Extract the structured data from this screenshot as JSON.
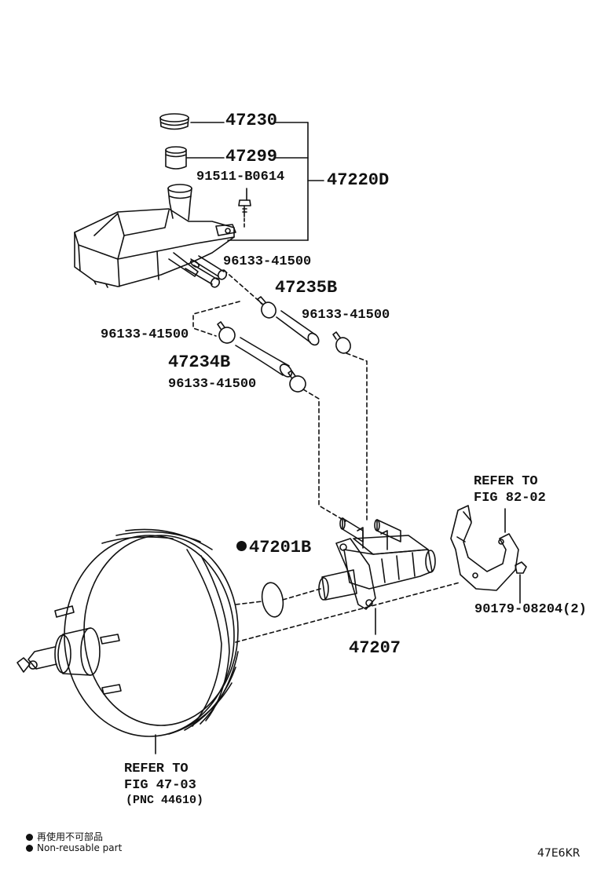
{
  "parts": {
    "cap": "47230",
    "strainer": "47299",
    "reservoir_assy": "47220D",
    "bolt": "91511-B0614",
    "clip_a": "96133-41500",
    "hose_upper": "47235B",
    "clip_b": "96133-41500",
    "clip_c": "96133-41500",
    "hose_lower": "47234B",
    "clip_d": "96133-41500",
    "gasket": "47201B",
    "master_cylinder": "47207",
    "nut": "90179-08204(2)"
  },
  "refs": {
    "bracket_line1": "REFER TO",
    "bracket_line2": "FIG 82-02",
    "booster_line1": "REFER TO",
    "booster_line2": "FIG 47-03",
    "booster_pnc": "(PNC 44610)"
  },
  "legend": {
    "japanese": "再使用不可部品",
    "english": "Non-reusable part"
  },
  "diagram_code": "47E6KR"
}
